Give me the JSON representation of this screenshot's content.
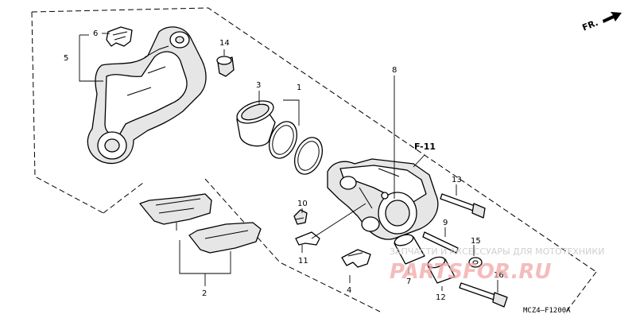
{
  "direction_label": "FR.",
  "section_label": "F-11",
  "diagram_code": "MCZ4–F1200A",
  "watermark": {
    "line1": "ЗАПЧАСТИ И АКСЕССУАРЫ ДЛЯ МОТОТЕХНИКИ",
    "line2": "PARTSFOR.RU"
  },
  "callouts": {
    "c1": "1",
    "c2": "2",
    "c3": "3",
    "c4": "4",
    "c5": "5",
    "c6": "6",
    "c7": "7",
    "c8": "8",
    "c9": "9",
    "c10": "10",
    "c11": "11",
    "c12": "12",
    "c13": "13",
    "c14": "14",
    "c15": "15",
    "c16": "16"
  },
  "accent_colors": {
    "watermark": "#e8433a"
  }
}
